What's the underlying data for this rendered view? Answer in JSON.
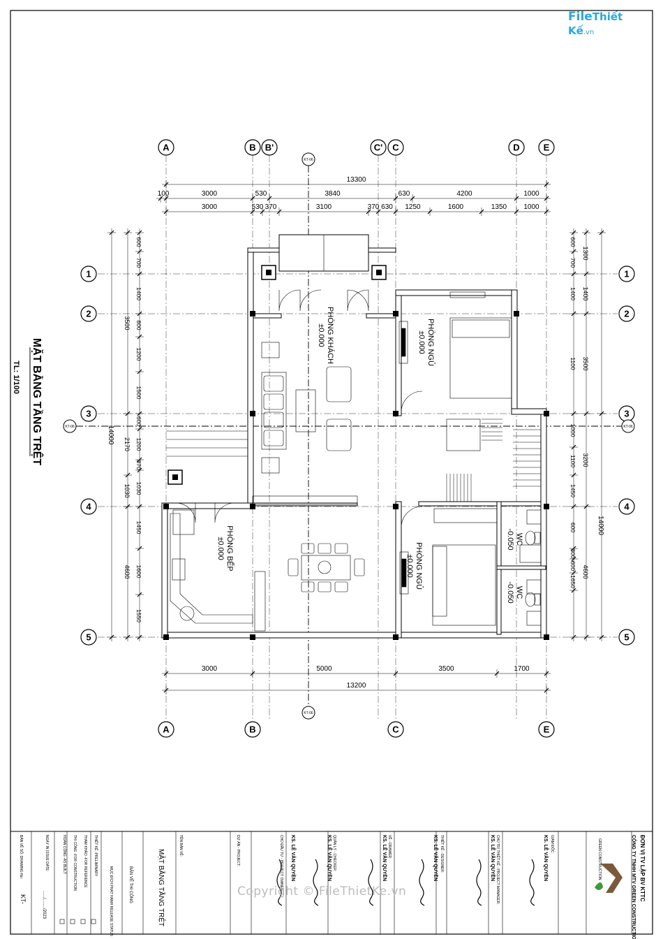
{
  "logo": {
    "part1": "File",
    "part2": "Thiết Kế",
    "part3": ".vn"
  },
  "watermark": "Copyright © FileThietKe.vn",
  "drawing": {
    "title": "MẶT BẰNG TẦNG TRỆT",
    "scale": "TL: 1/100"
  },
  "grid_top": [
    "A",
    "B",
    "B'",
    "C'",
    "C",
    "D",
    "E"
  ],
  "grid_bottom": [
    "A",
    "B",
    "C",
    "E"
  ],
  "grid_rows": [
    "1",
    "2",
    "3",
    "4",
    "5"
  ],
  "section_tag": "KT-06",
  "dims_top": {
    "overall": "13300",
    "row1": [
      "100",
      "3000",
      "530",
      "3840",
      "630",
      "4200",
      "1000"
    ],
    "row2": [
      "3000",
      "530",
      "370",
      "3100",
      "370",
      "630",
      "1250",
      "1600",
      "1350",
      "1000"
    ]
  },
  "dims_bottom": {
    "row1": [
      "3000",
      "5000",
      "3500",
      "1700"
    ],
    "overall": "13200"
  },
  "dims_left": {
    "overall": "14000",
    "mid": [
      "3500",
      "2170",
      "1030",
      "4600"
    ],
    "inner": [
      "600",
      "700",
      "1400",
      "800",
      "1200",
      "1500",
      "600",
      "1200",
      "370",
      "1030",
      "1450",
      "1600",
      "1550"
    ]
  },
  "dims_right": {
    "overall": "14000",
    "mid": [
      "1300",
      "1400",
      "3500",
      "3200",
      "4600"
    ],
    "inner": [
      "600",
      "700",
      "1400",
      "1100",
      "1000",
      "1100",
      "1450",
      "600",
      "300",
      "600",
      "1650"
    ]
  },
  "rooms": [
    {
      "name": "PHÒNG KHÁCH",
      "level": "±0.000"
    },
    {
      "name": "PHÒNG NGỦ",
      "level": "±0.000"
    },
    {
      "name": "PHÒNG BẾP",
      "level": "±0.000"
    },
    {
      "name": "PHÒNG NGỦ",
      "level": "±0.000"
    },
    {
      "name": "WC",
      "level": "-0.050"
    },
    {
      "name": "WC",
      "level": "-0.050"
    }
  ],
  "title_block": {
    "unit_label": "ĐƠN VỊ TV LẬP BV KTTC",
    "company": "CÔNG TY TNHH MTV GREEN CONSTRUCTION",
    "company_small": "GREEN CONSTRUCTION",
    "director_label": "GIÁM ĐỐC:",
    "director": "KS. LÊ VĂN QUYỀN",
    "pm_label": "CHỦ TRÌ THIẾT KẾ - PROJECT MANAGER:",
    "pm": "KS. LÊ VĂN QUYỀN",
    "designer_label": "THIẾT KẾ - DESIGNER:",
    "designer": "KS. LÊ VĂN QUYỀN",
    "drawer_label": "VẼ - DRAWER:",
    "drawer": "KS. LÊ VĂN QUYỀN",
    "checker_label": "QUẢN LÝ - CHECKER:",
    "checker": "KS. LÊ VĂN QUYỀN",
    "owner_label": "CHỦ ĐẦU TƯ - PROJECT OWNER:",
    "project_label": "DỰ ÁN - PROJECT:",
    "sheet_name_label": "TÊN BẢN VẼ:",
    "sheet_name": "MẶT BẰNG TẦNG TRỆT",
    "status": "BẢN VẼ THI CÔNG",
    "release_label": "MỤC ĐÍCH PHÁT HÀNH RELEASE STATUS",
    "options": [
      "THIẾT KẾ -PRELIMINARY",
      "THAM KHẢO -FOR REFERENCE",
      "THI CÔNG -FOR CONSTRUCTION",
      "HOÀN CÔNG -AS BUILT"
    ],
    "date_label": "NGÀY IN ISSUE DATE:",
    "date": "....../......../2023",
    "drawing_no_label": "BẢN VẼ SỐ: DRAWING No:",
    "drawing_no": "KT-"
  }
}
